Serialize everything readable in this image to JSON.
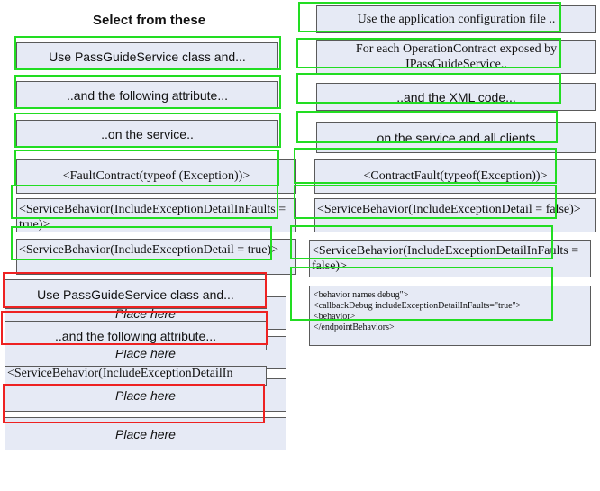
{
  "header": {
    "title": "Select from these"
  },
  "left_options": [
    {
      "label": "Use PassGuideService class and..."
    },
    {
      "label": "..and the following attribute..."
    },
    {
      "label": "..on the service.."
    },
    {
      "label": "<FaultContract(typeof (Exception))>"
    },
    {
      "label": "<ServiceBehavior(IncludeExceptionDetailInFaults = true)>"
    },
    {
      "label": "<ServiceBehavior(IncludeExceptionDetail = true)>"
    }
  ],
  "right_options": [
    {
      "label": "Use the application configuration file .."
    },
    {
      "label": "For each OperationContract exposed by IPassGuideService.."
    },
    {
      "label": "..and the XML code..."
    },
    {
      "label": "..on the service and all clients.."
    },
    {
      "label": "<ContractFault(typeof(Exception))>"
    },
    {
      "label": "<ServiceBehavior(IncludeExceptionDetail = false)>"
    },
    {
      "label": "<ServiceBehavior(IncludeExceptionDetailInFaults = false)>"
    },
    {
      "line1": "<behavior names debug\">",
      "line2": "<callbackDebug includeExceptionDetailInFaults=\"true\">",
      "line3": "<behavior>",
      "line4": "</endpointBehaviors>"
    }
  ],
  "answer_slots": [
    {
      "placed": "Use PassGuideService class and...",
      "placeholder": "Place here"
    },
    {
      "placed": "..and the following attribute...",
      "placeholder": "Place here"
    },
    {
      "placed": "<ServiceBehavior(IncludeExceptionDetailIn",
      "placeholder": "Place here"
    },
    {
      "placeholder": "Place here"
    }
  ]
}
